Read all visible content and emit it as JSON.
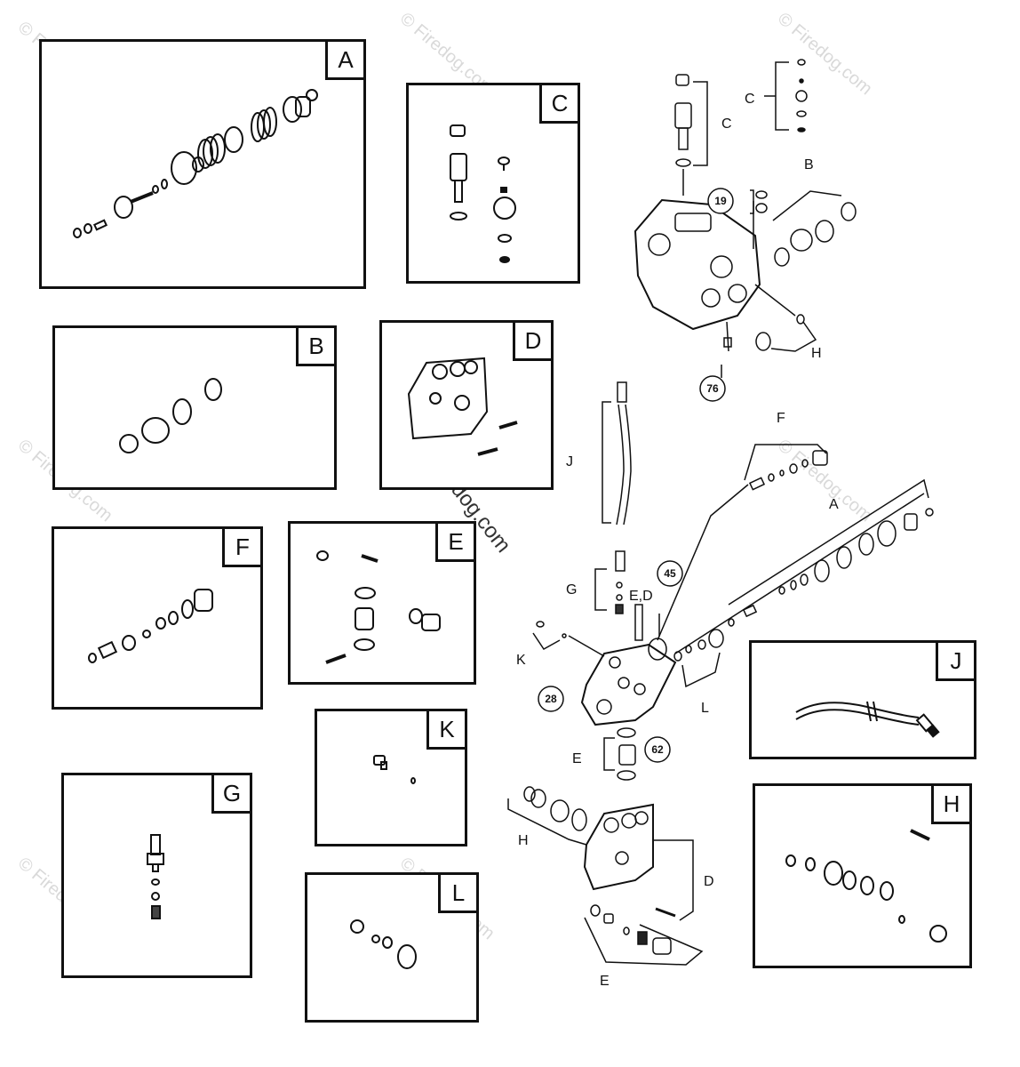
{
  "panels": {
    "A": "A",
    "B": "B",
    "C": "C",
    "D": "D",
    "E": "E",
    "F": "F",
    "G": "G",
    "H": "H",
    "J": "J",
    "K": "K",
    "L": "L"
  },
  "callouts": {
    "c1": "C",
    "c2": "C",
    "b": "B",
    "h1": "H",
    "j": "J",
    "f": "F",
    "a": "A",
    "g": "G",
    "ed": "E,D",
    "k": "K",
    "l": "L",
    "e1": "E",
    "h2": "H",
    "d": "D",
    "e2": "E"
  },
  "part_numbers": {
    "n19": "19",
    "n76": "76",
    "n45": "45",
    "n28": "28",
    "n62": "62"
  },
  "watermark": "© Firedog.com",
  "watermark_center": "Firedog.com"
}
